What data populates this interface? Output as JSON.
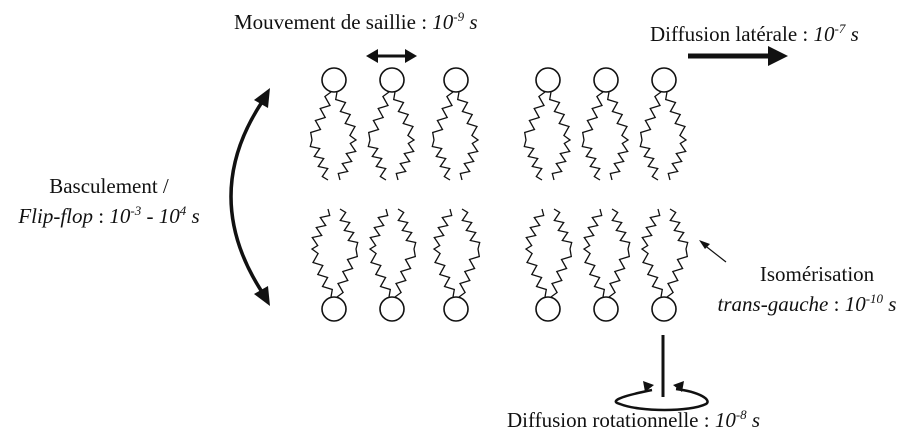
{
  "labels": {
    "protrusion": {
      "text": "Mouvement de saillie : ",
      "value": "10",
      "exp": "-9",
      "unit": " s"
    },
    "lateral": {
      "text": "Diffusion latérale : ",
      "value": "10",
      "exp": "-7",
      "unit": " s"
    },
    "flipflop": {
      "line1": "Basculement /",
      "italic": "Flip-flop",
      "sep": " : ",
      "v1": "10",
      "e1": "-3",
      "dash": " - ",
      "v2": "10",
      "e2": "4",
      "unit": " s"
    },
    "isomer": {
      "line1": "Isomérisation",
      "italic": "trans-gauche",
      "sep": " : ",
      "value": "10",
      "exp": "-10",
      "unit": " s"
    },
    "rotational": {
      "text": "Diffusion rotationnelle : ",
      "value": "10",
      "exp": "-8",
      "unit": " s"
    }
  },
  "colors": {
    "ink": "#111111",
    "background": "#ffffff"
  }
}
